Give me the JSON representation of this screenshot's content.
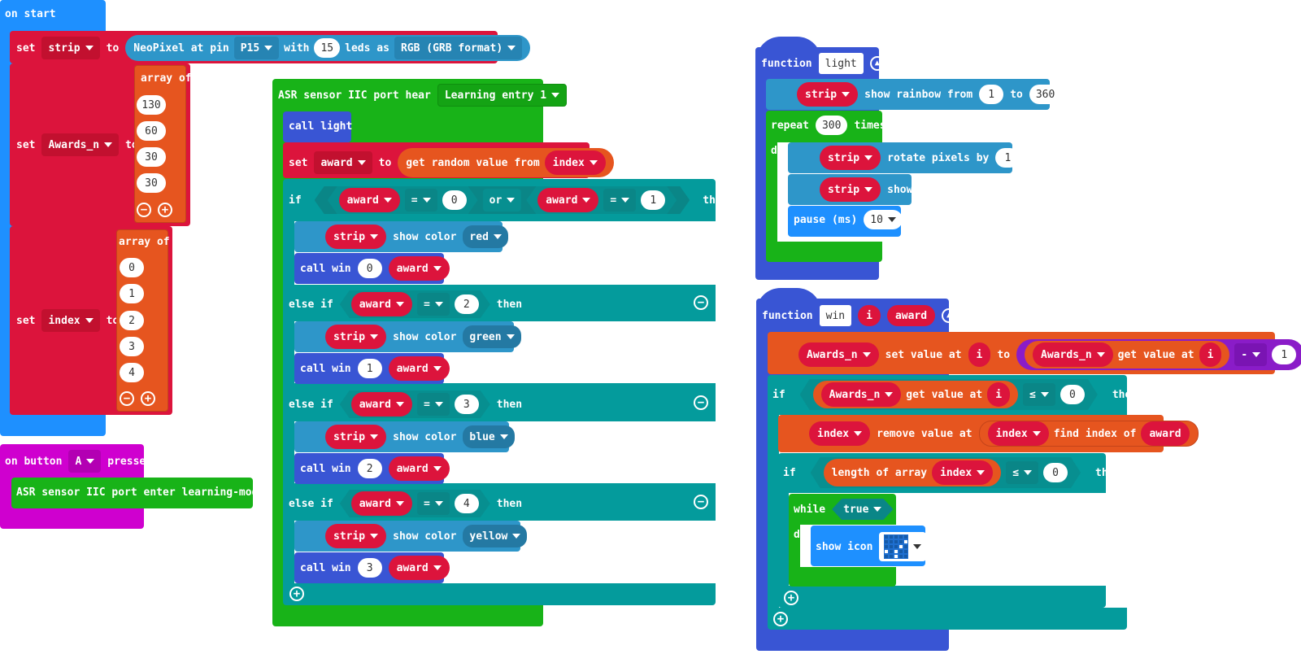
{
  "colors": {
    "basic": "#1e90ff",
    "variables": "#dc143c",
    "arrays": "#e6551f",
    "loops": "#18b318",
    "logic": "#049b9c",
    "neopixel": "#2e96c9",
    "functions": "#3955d4",
    "input": "#cf00cf",
    "math": "#8a1cc8"
  },
  "on_start": {
    "hat": "on start",
    "set1": {
      "set": "set",
      "var": "strip",
      "to": "to",
      "np": "NeoPixel at pin",
      "pin": "P15",
      "with": "with",
      "leds": "15",
      "leds_as": "leds as",
      "mode": "RGB (GRB format)"
    },
    "set2": {
      "set": "set",
      "var": "Awards_n",
      "to": "to",
      "array_of": "array of",
      "items": [
        "130",
        "60",
        "30",
        "30"
      ]
    },
    "set3": {
      "set": "set",
      "var": "index",
      "to": "to",
      "array_of": "array of",
      "items": [
        "0",
        "1",
        "2",
        "3",
        "4"
      ]
    }
  },
  "on_button": {
    "on_button": "on button",
    "button": "A",
    "pressed": "pressed",
    "stmt": "ASR sensor IIC port enter learning-model"
  },
  "asr": {
    "hat": "ASR sensor IIC port hear",
    "entry": "Learning entry 1",
    "call_light": "call light",
    "set_award": {
      "set": "set",
      "var": "award",
      "to": "to",
      "get_random": "get random value from",
      "arr": "index"
    },
    "if_label": "if",
    "then": "then",
    "else_if": "else if",
    "or": "or",
    "eq": "=",
    "cond1": {
      "a": "award",
      "a_val": "0",
      "b": "award",
      "b_val": "1"
    },
    "branches": [
      {
        "cond_var": "award",
        "cond_val": "",
        "strip": "strip",
        "show_color": "show color",
        "color": "red",
        "call_win": "call win",
        "win_i": "0",
        "win_award": "award"
      },
      {
        "cond_var": "award",
        "cond_val": "2",
        "strip": "strip",
        "show_color": "show color",
        "color": "green",
        "call_win": "call win",
        "win_i": "1",
        "win_award": "award"
      },
      {
        "cond_var": "award",
        "cond_val": "3",
        "strip": "strip",
        "show_color": "show color",
        "color": "blue",
        "call_win": "call win",
        "win_i": "2",
        "win_award": "award"
      },
      {
        "cond_var": "award",
        "cond_val": "4",
        "strip": "strip",
        "show_color": "show color",
        "color": "yellow",
        "call_win": "call win",
        "win_i": "3",
        "win_award": "award"
      }
    ]
  },
  "fn_light": {
    "function": "function",
    "name": "light",
    "rainbow": {
      "strip": "strip",
      "show_rainbow": "show rainbow from",
      "from": "1",
      "to": "to",
      "to_val": "360"
    },
    "repeat": {
      "repeat": "repeat",
      "count": "300",
      "times": "times",
      "do": "do"
    },
    "rotate": {
      "strip": "strip",
      "rotate": "rotate pixels by",
      "by": "1"
    },
    "show": {
      "strip": "strip",
      "show": "show"
    },
    "pause": {
      "pause": "pause (ms)",
      "ms": "10"
    }
  },
  "fn_win": {
    "function": "function",
    "name": "win",
    "param1": "i",
    "param2": "award",
    "setval": {
      "arr": "Awards_n",
      "set_value_at": "set value at",
      "i": "i",
      "to": "to",
      "arr2": "Awards_n",
      "get_value_at": "get value at",
      "i2": "i",
      "minus": "-",
      "val": "1"
    },
    "if1": {
      "if": "if",
      "arr": "Awards_n",
      "get_value_at": "get value at",
      "i": "i",
      "op": "≤",
      "val": "0",
      "then": "then"
    },
    "remove": {
      "arr": "index",
      "remove_value_at": "remove value at",
      "arr2": "index",
      "find_index_of": "find index of",
      "item": "award"
    },
    "if2": {
      "if": "if",
      "length_of_array": "length of array",
      "arr": "index",
      "op": "≤",
      "val": "0",
      "then": "then"
    },
    "while": {
      "while": "while",
      "cond": "true",
      "do": "do",
      "show_icon": "show icon"
    }
  }
}
